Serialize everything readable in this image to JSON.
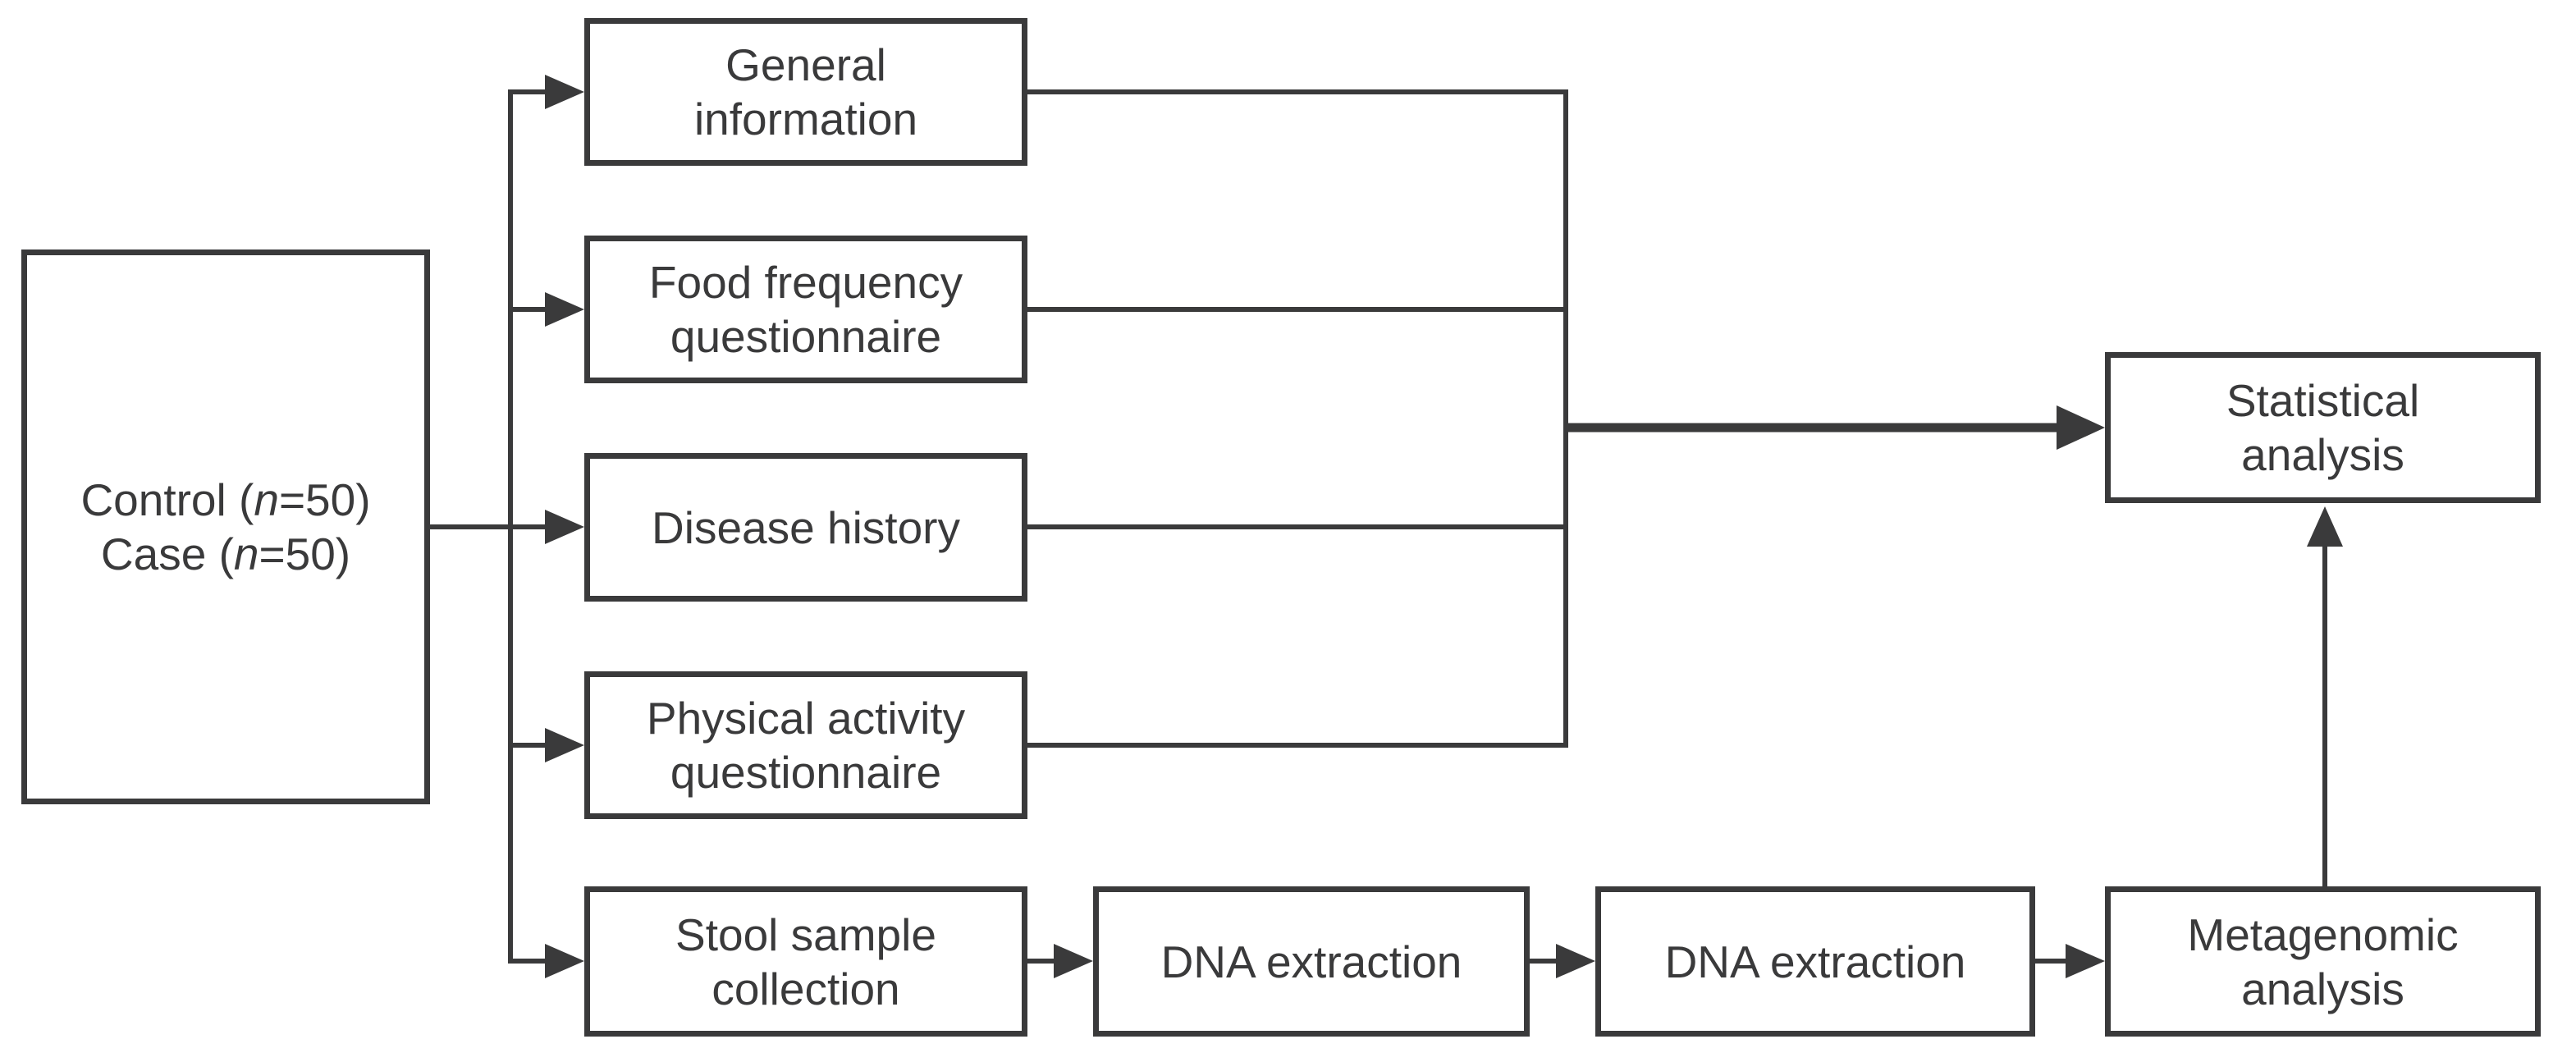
{
  "diagram": {
    "background_color": "#ffffff",
    "line_color": "#3a3a3b",
    "text_color": "#3a3a3b",
    "nodes": {
      "cohort": {
        "control_prefix": "Control (",
        "control_n": "n",
        "control_suffix": "=50)",
        "case_prefix": "Case (",
        "case_n": "n",
        "case_suffix": "=50)"
      },
      "general_information": {
        "line1": "General",
        "line2": "information"
      },
      "food_frequency_questionnaire": {
        "line1": "Food frequency",
        "line2": "questionnaire"
      },
      "disease_history": {
        "label": "Disease history"
      },
      "physical_activity_questionnaire": {
        "line1": "Physical activity",
        "line2": "questionnaire"
      },
      "stool_sample_collection": {
        "line1": "Stool sample",
        "line2": "collection"
      },
      "dna_extraction_1": {
        "label": "DNA extraction"
      },
      "dna_extraction_2": {
        "label": "DNA extraction"
      },
      "metagenomic_analysis": {
        "line1": "Metagenomic",
        "line2": "analysis"
      },
      "statistical_analysis": {
        "line1": "Statistical",
        "line2": "analysis"
      }
    }
  }
}
